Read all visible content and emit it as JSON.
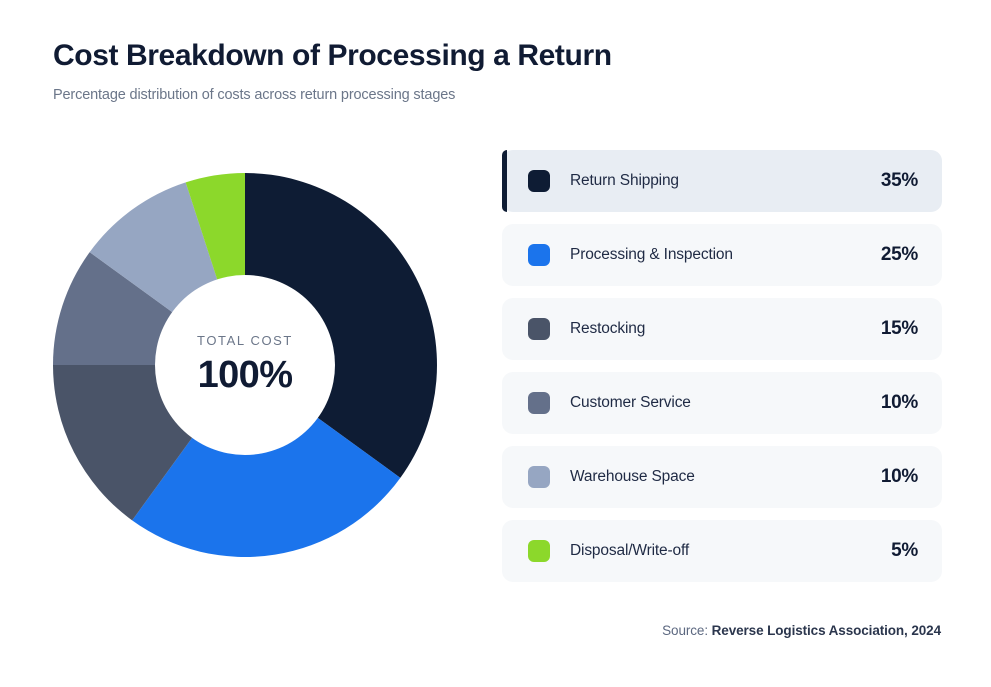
{
  "header": {
    "title": "Cost Breakdown of Processing a Return",
    "subtitle": "Percentage distribution of costs across return processing stages"
  },
  "donut": {
    "center_caption": "TOTAL COST",
    "center_value": "100%"
  },
  "legend": {
    "items": [
      {
        "label": "Return Shipping",
        "value": "35%",
        "color": "#0E1C34",
        "active": true
      },
      {
        "label": "Processing & Inspection",
        "value": "25%",
        "color": "#1B74EC",
        "active": false
      },
      {
        "label": "Restocking",
        "value": "15%",
        "color": "#4A5468",
        "active": false
      },
      {
        "label": "Customer Service",
        "value": "10%",
        "color": "#64708A",
        "active": false
      },
      {
        "label": "Warehouse Space",
        "value": "10%",
        "color": "#96A6C2",
        "active": false
      },
      {
        "label": "Disposal/Write-off",
        "value": "5%",
        "color": "#8CD82B",
        "active": false
      }
    ]
  },
  "footer": {
    "source_prefix": "Source:",
    "source_name": "Reverse Logistics Association, 2024"
  },
  "chart_data": {
    "type": "pie",
    "variant": "donut",
    "title": "Cost Breakdown of Processing a Return",
    "subtitle": "Percentage distribution of costs across return processing stages",
    "unit": "percent",
    "total": 100,
    "total_label": "TOTAL COST",
    "total_value": "100%",
    "start_angle_deg": 0,
    "direction": "clockwise",
    "legend_position": "right",
    "categories": [
      "Return Shipping",
      "Processing & Inspection",
      "Restocking",
      "Customer Service",
      "Warehouse Space",
      "Disposal/Write-off"
    ],
    "values": [
      35,
      25,
      15,
      10,
      10,
      5
    ],
    "colors": [
      "#0E1C34",
      "#1B74EC",
      "#4A5468",
      "#64708A",
      "#96A6C2",
      "#8CD82B"
    ],
    "labels": [
      "35%",
      "25%",
      "15%",
      "10%",
      "10%",
      "5%"
    ],
    "slices": [
      {
        "name": "Return Shipping",
        "value": 35,
        "label": "35%",
        "color": "#0E1C34"
      },
      {
        "name": "Processing & Inspection",
        "value": 25,
        "label": "25%",
        "color": "#1B74EC"
      },
      {
        "name": "Restocking",
        "value": 15,
        "label": "15%",
        "color": "#4A5468"
      },
      {
        "name": "Customer Service",
        "value": 10,
        "label": "10%",
        "color": "#64708A"
      },
      {
        "name": "Warehouse Space",
        "value": 10,
        "label": "10%",
        "color": "#96A6C2"
      },
      {
        "name": "Disposal/Write-off",
        "value": 5,
        "label": "5%",
        "color": "#8CD82B"
      }
    ],
    "source": "Source: Reverse Logistics Association, 2024"
  }
}
